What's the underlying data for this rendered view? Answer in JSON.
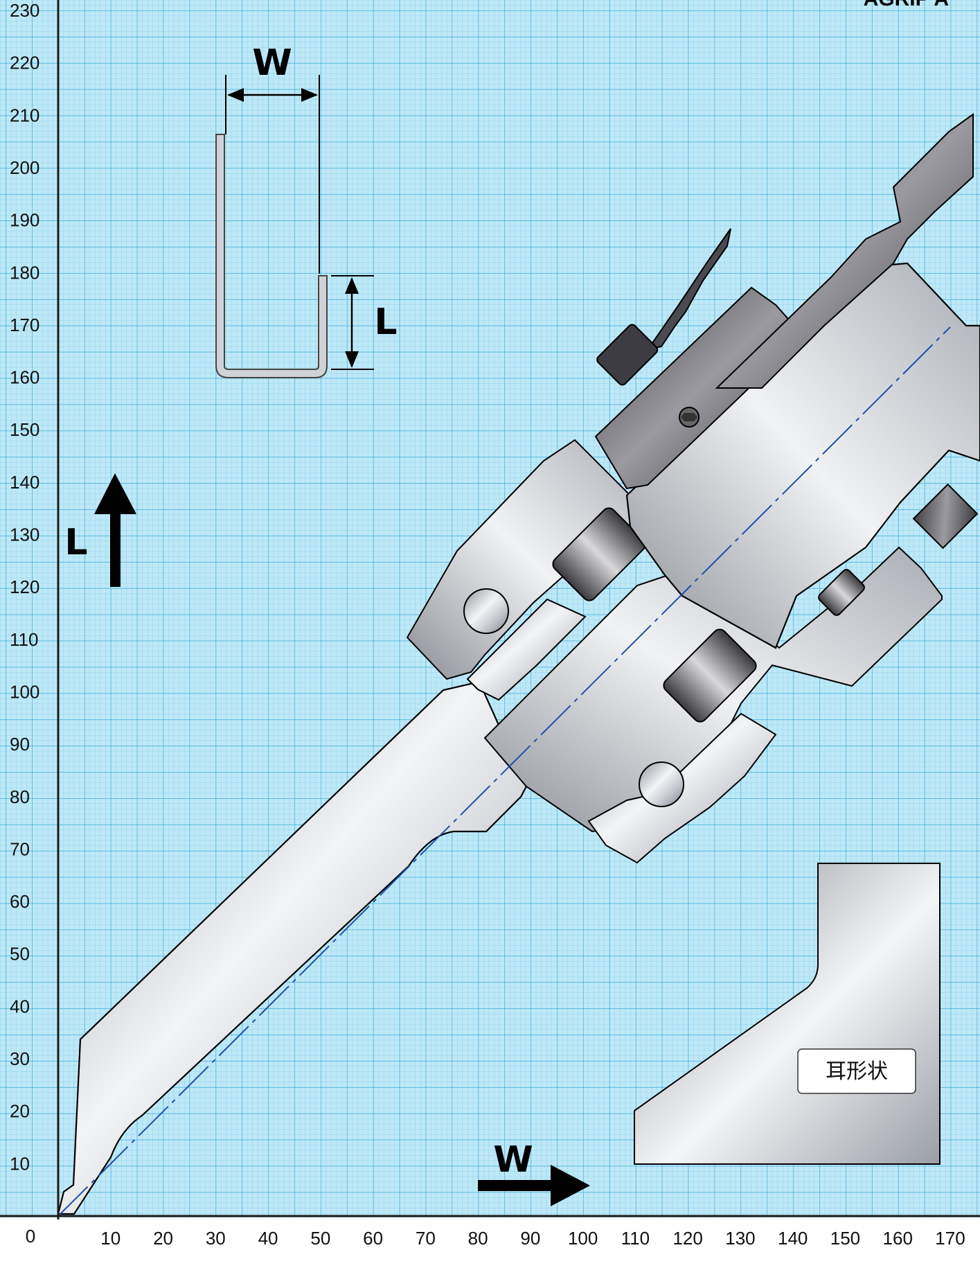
{
  "chart_data": {
    "type": "diagram",
    "axes": {
      "x": {
        "ticks": [
          10,
          20,
          30,
          40,
          50,
          60,
          70,
          80,
          90,
          100,
          110,
          120,
          130,
          140,
          150,
          160,
          170
        ],
        "range": [
          0,
          170
        ]
      },
      "y": {
        "ticks": [
          10,
          20,
          30,
          40,
          50,
          60,
          70,
          80,
          90,
          100,
          110,
          120,
          130,
          140,
          150,
          160,
          170,
          180,
          190,
          200,
          210,
          220,
          230
        ],
        "range": [
          0,
          230
        ]
      },
      "origin_label": "0",
      "grid": true
    },
    "arrow_labels": {
      "vertical": "L",
      "horizontal": "W"
    },
    "dimension_labels": {
      "width": "W",
      "leg": "L"
    },
    "corner_label": "AGRIP  A",
    "ear_shape_label": "耳形状"
  },
  "colors": {
    "grid_fine": "#8fd3ec",
    "grid_major": "#2ea6d6",
    "background": "#bfe8f7",
    "steel_light": "#eceef2",
    "steel_mid": "#b7bbc3",
    "steel_dark": "#5d5d63",
    "axis_line": "#1a1a1a",
    "centerline": "#1f4fa8"
  }
}
